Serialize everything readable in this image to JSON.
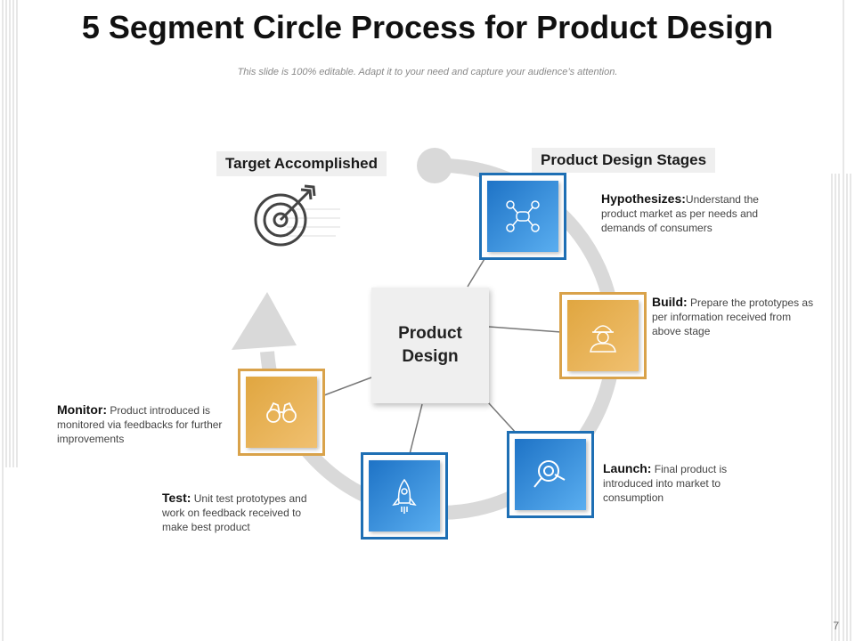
{
  "header": {
    "title": "5 Segment Circle Process for Product Design",
    "subtitle": "This slide is 100% editable. Adapt it to your need and capture your audience’s attention."
  },
  "tags": {
    "target": "Target Accomplished",
    "stages": "Product Design Stages"
  },
  "center": {
    "line1": "Product",
    "line2": "Design"
  },
  "stages": [
    {
      "title": "Hypothesizes",
      "sep": ":",
      "text": "Understand the product market as per needs and demands of consumers",
      "icon": "network-icon",
      "color": "blue"
    },
    {
      "title": "Build:",
      "sep": " ",
      "text": "Prepare the prototypes as per information received from above stage",
      "icon": "worker-icon",
      "color": "gold"
    },
    {
      "title": "Launch:",
      "sep": " ",
      "text": "Final product is introduced into market to consumption",
      "icon": "magnifier-icon",
      "color": "blue"
    },
    {
      "title": "Test:",
      "sep": " ",
      "text": "Unit test prototypes and work on feedback received to make best product",
      "icon": "rocket-icon",
      "color": "blue"
    },
    {
      "title": "Monitor:",
      "sep": " ",
      "text": "Product introduced is monitored via feedbacks for further improvements",
      "icon": "binoculars-icon",
      "color": "gold"
    }
  ],
  "footer": {
    "page": "7"
  },
  "colors": {
    "blue": "#1e6fb4",
    "gold": "#d9a24a",
    "arc": "#d9d9d9"
  }
}
